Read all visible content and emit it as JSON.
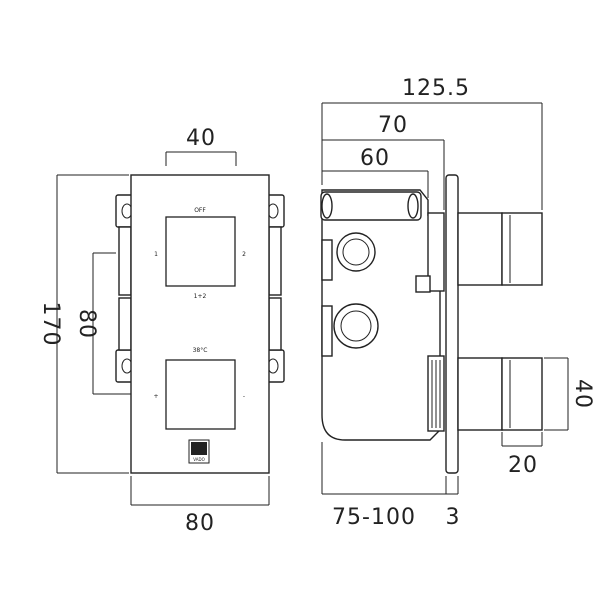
{
  "front_view": {
    "dimensions": {
      "top_width": "40",
      "left_height": "170",
      "inner_height": "80",
      "bottom_width": "80"
    },
    "labels": {
      "off": "OFF",
      "left_1": "1",
      "right_2": "2",
      "one_plus_two": "1+2",
      "temperature": "38°C",
      "plus": "+",
      "minus": "-",
      "brand": "VADO"
    }
  },
  "side_view": {
    "dimensions": {
      "overall_depth": "125.5",
      "depth_70": "70",
      "depth_60": "60",
      "bottom_range": "75-100",
      "plate": "3",
      "handle_height": "40",
      "handle_depth": "20"
    }
  }
}
